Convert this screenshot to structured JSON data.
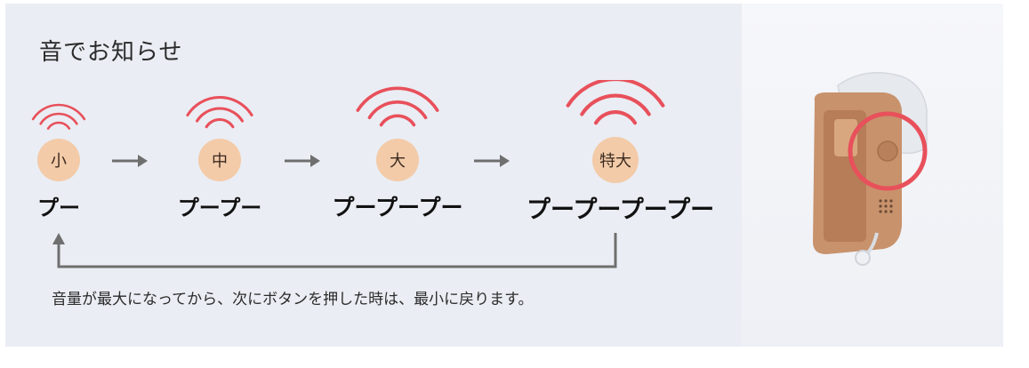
{
  "title": "音でお知らせ",
  "levels": [
    {
      "circle": "小",
      "beep": "プー"
    },
    {
      "circle": "中",
      "beep": "プープー"
    },
    {
      "circle": "大",
      "beep": "プープープー"
    },
    {
      "circle": "特大",
      "beep": "プープープープー"
    }
  ],
  "caption": "音量が最大になってから、次にボタンを押した時は、最小に戻ります。",
  "colors": {
    "wave": "#e8505b",
    "circle_fill": "#f3cba8",
    "arrow": "#6f6f6f",
    "device": "#c8926c",
    "highlight_ring": "#e8505b"
  }
}
